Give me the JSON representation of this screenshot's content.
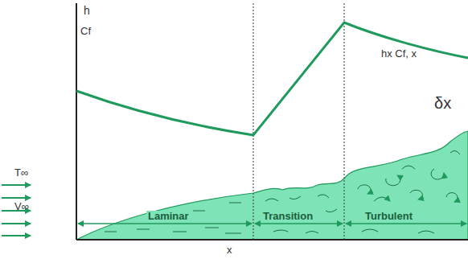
{
  "diagram": {
    "labels": [
      "h",
      "Cf",
      "T∞",
      "V∞",
      "Laminar",
      "Transition",
      "Turbulent",
      "hx Cf, x",
      "δx",
      "x"
    ]
  }
}
